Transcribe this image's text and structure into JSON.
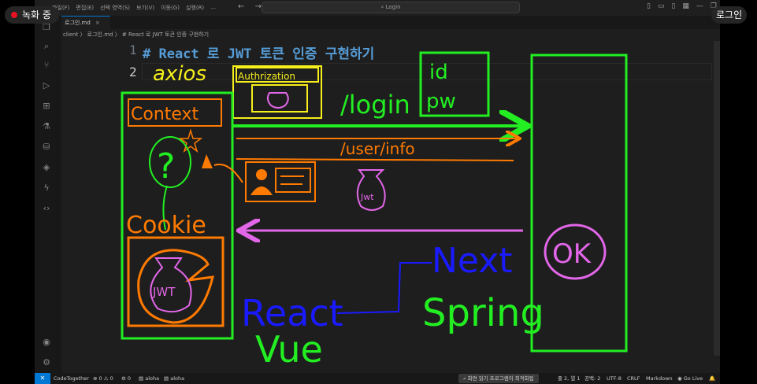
{
  "overlay": {
    "recording_label": "녹화 중",
    "login_label": "로그인"
  },
  "titlebar": {
    "menu": [
      "파일(F)",
      "편집(E)",
      "선택 영역(S)",
      "보기(V)",
      "이동(G)",
      "실행(R)",
      "…"
    ],
    "command_center": "Login",
    "nav_back": "←",
    "nav_forward": "→"
  },
  "tab": {
    "label": "로그인.md",
    "close": "×"
  },
  "breadcrumb": {
    "path": "client 〉 로그인.md 〉 # React 로 JWT 토큰 인증 구현하기"
  },
  "editor": {
    "line_numbers": [
      "1",
      "2"
    ],
    "line1": "# React 로 JWT 토큰 인증 구현하기"
  },
  "drawing": {
    "axios": "axios",
    "authorization": "Authrization",
    "id": "id",
    "pw": "pw",
    "login": "/login",
    "context": "Context",
    "question": "?",
    "user_info": "/user/info",
    "jwt": "JWT",
    "jwt_small": "Jwt",
    "cookie": "Cookie",
    "ok": "OK",
    "next": "Next",
    "spring": "Spring",
    "react": "React",
    "vue": "Vue"
  },
  "statusbar": {
    "remote": "✕",
    "codetogether": "CodeTogether",
    "problems": "⊗ 0 ⚠ 0",
    "ports": "⚙ 0",
    "aloha1": "aloha",
    "aloha2": "aloha",
    "notice": "화면 읽기 프로그램이 최적화됨",
    "position": "줄 2, 열 1",
    "spaces": "공백: 2",
    "encoding": "UTF-8",
    "eol": "CRLF",
    "language": "Markdown",
    "golive": "Go Live"
  },
  "colors": {
    "green": "#22ee22",
    "orange": "#ff7a00",
    "yellow": "#f6ef1b",
    "pink": "#e266e8",
    "blue": "#1a1aff",
    "heading": "#569cd6"
  }
}
